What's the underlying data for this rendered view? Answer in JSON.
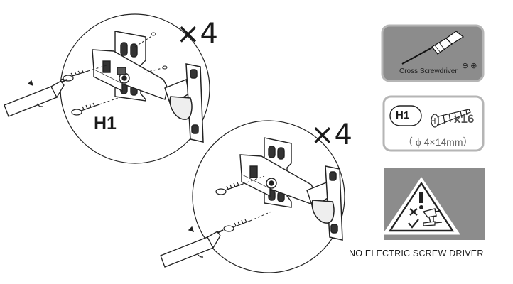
{
  "diagram": {
    "step1": {
      "multiplier": "×4",
      "screw_label": "H1"
    },
    "step2": {
      "multiplier": "×4"
    },
    "tool": {
      "label": "Cross Screwdriver",
      "polarity": "⊖ ⊕"
    },
    "screw": {
      "code": "H1",
      "count": "x16",
      "spec": "（ ϕ 4×14mm）"
    },
    "warning": {
      "text": "NO ELECTRIC SCREW DRIVER"
    }
  },
  "colors": {
    "panel_dark": "#8c8c8c",
    "panel_border": "#b5b5b5",
    "line": "#1a1a1a"
  }
}
